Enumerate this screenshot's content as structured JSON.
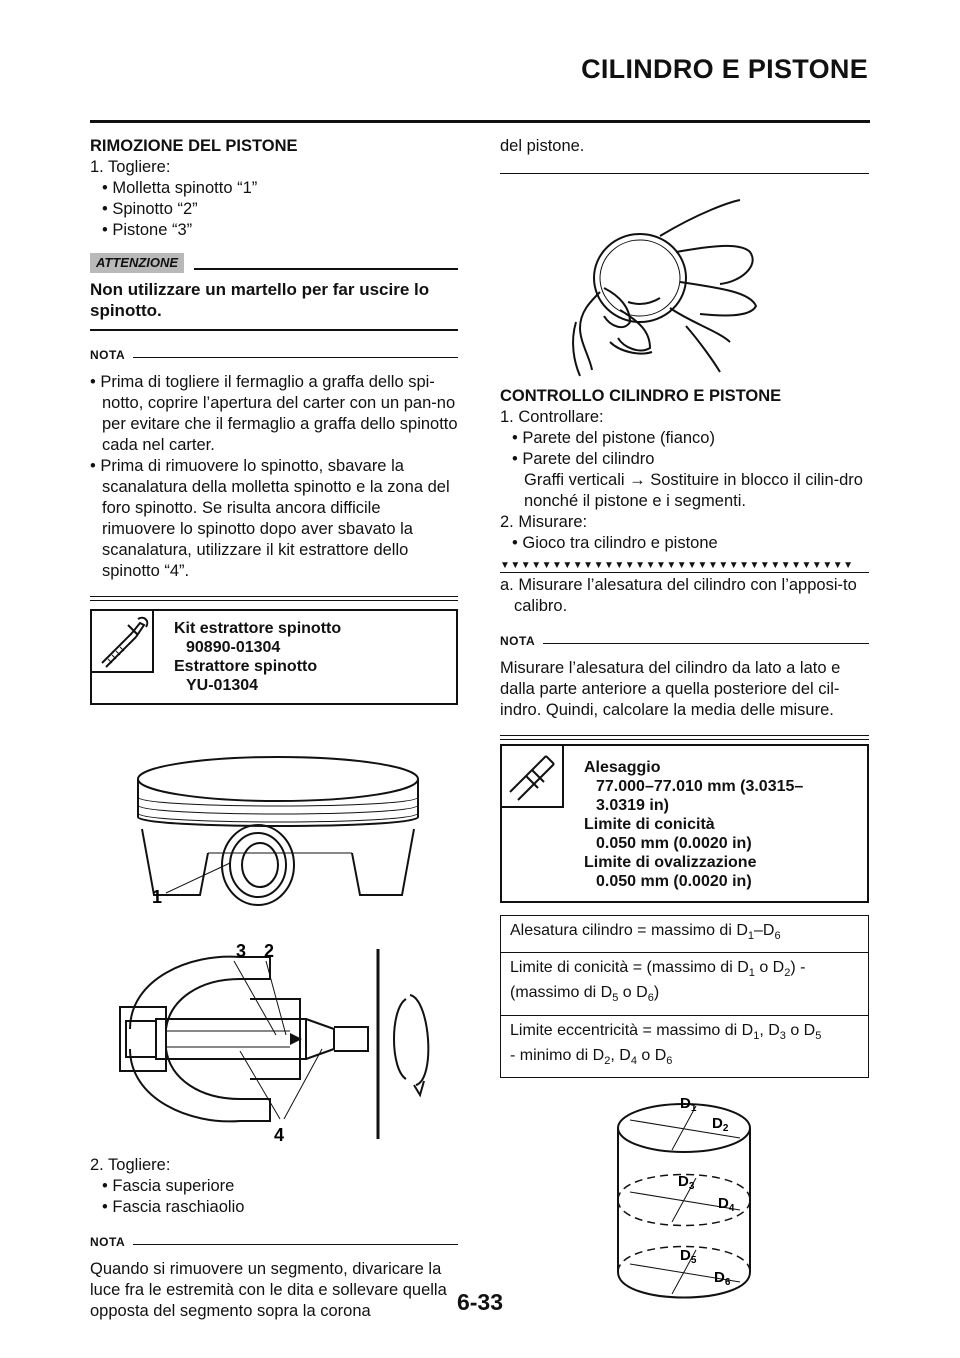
{
  "header": {
    "title": "CILINDRO E PISTONE"
  },
  "left": {
    "heading": "RIMOZIONE DEL PISTONE",
    "step1": "1. Togliere:",
    "step1_items": [
      "• Molletta spinotto “1”",
      "• Spinotto “2”",
      "• Pistone “3”"
    ],
    "attention_label": "ATTENZIONE",
    "attention_text": "Non utilizzare un martello per far uscire lo spinotto.",
    "nota_label": "NOTA",
    "nota_items": [
      "• Prima di togliere il fermaglio a graffa dello spi-notto, coprire l’apertura del carter con un pan-no per evitare che il fermaglio a graffa dello spinotto cada nel carter.",
      "• Prima di rimuovere lo spinotto, sbavare la scanalatura della molletta spinotto e la zona del foro spinotto. Se risulta ancora difficile rimuovere lo spinotto dopo aver sbavato la scanalatura, utilizzare il kit estrattore dello spinotto “4”."
    ],
    "tool": {
      "name1": "Kit estrattore spinotto",
      "code1": "90890-01304",
      "name2": "Estrattore spinotto",
      "code2": "YU-01304",
      "icon": "piston-pin-puller-icon"
    },
    "figure_labels": {
      "pin_clip": "1",
      "piston": "3",
      "pin": "2",
      "puller": "4"
    },
    "step2": "2. Togliere:",
    "step2_items": [
      "• Fascia superiore",
      "• Fascia raschiaolio"
    ],
    "nota2_label": "NOTA",
    "nota2_text": "Quando si rimuovere un segmento, divaricare la luce fra le estremità con le dita e sollevare quella opposta del segmento sopra la corona"
  },
  "right": {
    "continuation": "del pistone.",
    "heading": "CONTROLLO CILINDRO E PISTONE",
    "step1": "1. Controllare:",
    "step1_items": [
      "• Parete del pistone (fianco)",
      "• Parete del cilindro"
    ],
    "step1_sub": "Graffi verticali → Sostituire in blocco il cilin-dro nonché il pistone e i segmenti.",
    "step2": "2. Misurare:",
    "step2_items": [
      "• Gioco tra cilindro e pistone"
    ],
    "triangles": "▼▼▼▼▼▼▼▼▼▼▼▼▼▼▼▼▼▼▼▼▼▼▼▼▼▼▼▼▼▼▼▼▼▼",
    "sub_a": "a. Misurare l’alesatura del cilindro con l’apposi-to calibro.",
    "nota_label": "NOTA",
    "nota_text": "Misurare l’alesatura del cilindro da lato a lato e dalla parte anteriore a quella posteriore del cil-indro. Quindi, calcolare la media delle misure.",
    "spec": {
      "icon": "caliper-measure-icon",
      "l1": "Alesaggio",
      "l2": "77.000–77.010 mm (3.0315–",
      "l3": "3.0319 in)",
      "l4": "Limite di conicità",
      "l5": "0.050 mm (0.0020 in)",
      "l6": "Limite di ovalizzazione",
      "l7": "0.050 mm (0.0020 in)"
    },
    "formula": {
      "r1_a": "Alesatura cilindro = massimo di D",
      "r1_s1": "1",
      "r1_b": "–D",
      "r1_s2": "6",
      "r2_a": "Limite di conicità = (massimo di D",
      "r2_s1": "1",
      "r2_b": " o D",
      "r2_s2": "2",
      "r2_c": ") -",
      "r2_d": "(massimo di D",
      "r2_s3": "5",
      "r2_e": " o D",
      "r2_s4": "6",
      "r2_f": ")",
      "r3_a": "Limite eccentricità = massimo di D",
      "r3_s1": "1",
      "r3_b": ", D",
      "r3_s2": "3",
      "r3_c": " o D",
      "r3_s3": "5",
      "r3_d": "- minimo di D",
      "r3_s4": "2",
      "r3_e": ", D",
      "r3_s5": "4",
      "r3_f": " o D",
      "r3_s6": "6"
    },
    "cyl_labels": {
      "d1": "D",
      "d1s": "1",
      "d2": "D",
      "d2s": "2",
      "d3": "D",
      "d3s": "3",
      "d4": "D",
      "d4s": "4",
      "d5": "D",
      "d5s": "5",
      "d6": "D",
      "d6s": "6"
    }
  },
  "footer": {
    "page_number": "6-33"
  }
}
